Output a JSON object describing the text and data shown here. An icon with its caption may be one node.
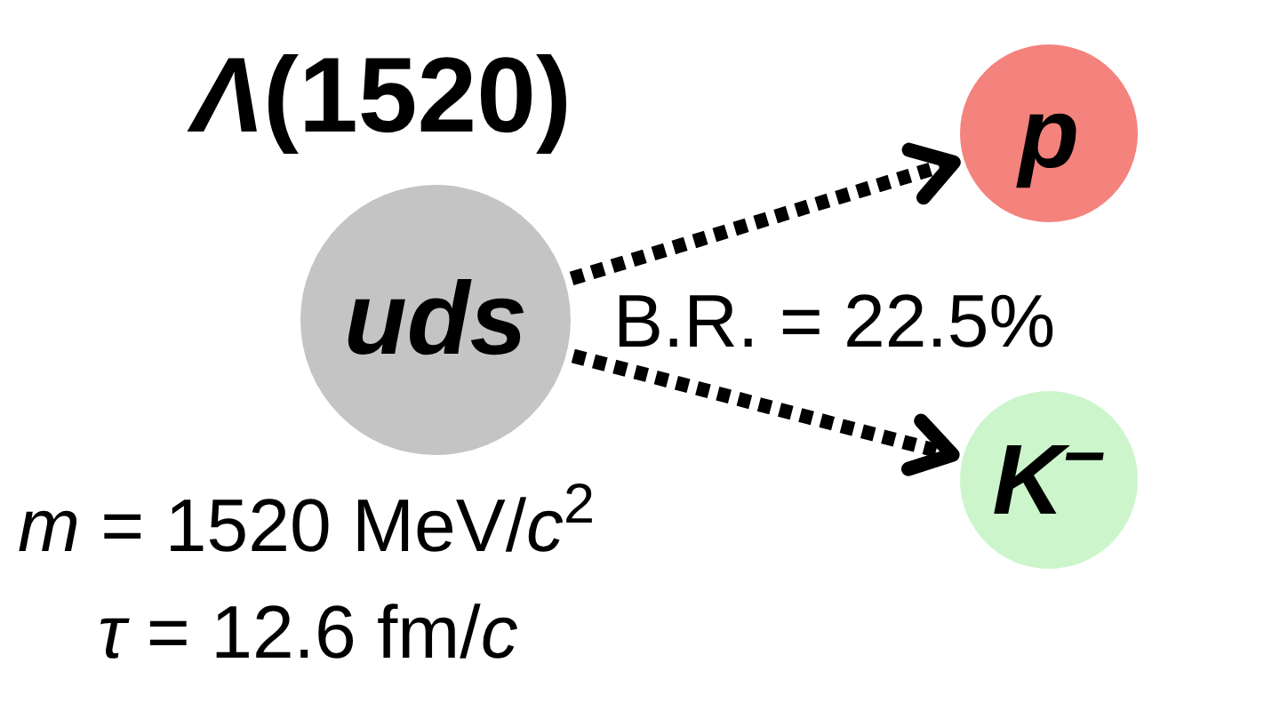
{
  "diagram": {
    "nodes": [
      {
        "text": [
          "*Λ*(1520)",
          "uds"
        ],
        "beside": [
          "*m* = 1520 MeV/*c*$^{2}$",
          "*τ* = 12.6 fm/*c*"
        ]
      },
      {
        "text": [
          "p"
        ]
      },
      {
        "text": [
          "K$^{–}$"
        ]
      }
    ],
    "edges": [
      {
        "from": 0,
        "to": 1,
        "arrow": "to",
        "style": "dashed"
      },
      {
        "from": 0,
        "to": 2,
        "arrow": "to",
        "style": "dashed"
      }
    ],
    "labels": [
      "B.R. = 22.5%"
    ]
  }
}
